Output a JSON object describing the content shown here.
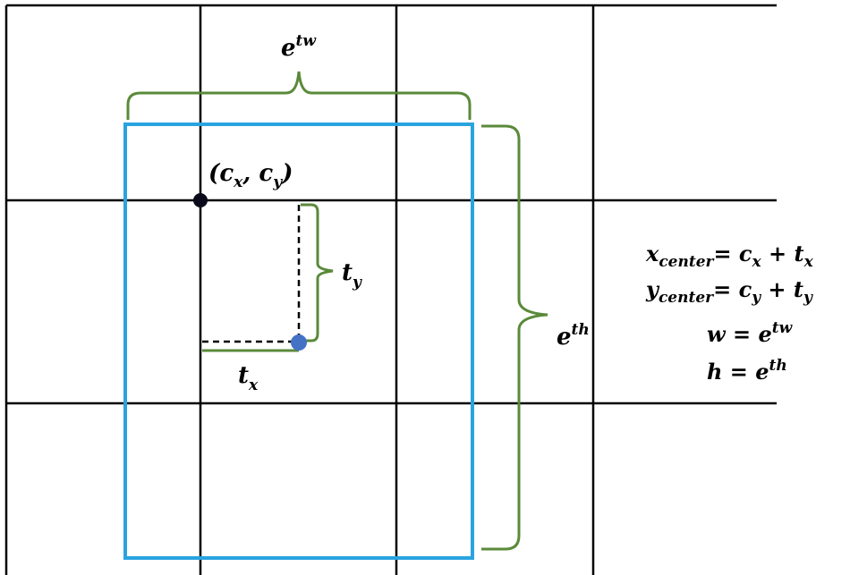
{
  "labels": {
    "top_brace": {
      "base": "e",
      "sup": "tw"
    },
    "right_brace": {
      "base": "e",
      "sup": "th"
    },
    "cell_corner": {
      "open": "(",
      "c1": "c",
      "s1": "x",
      "comma": ", ",
      "c2": "c",
      "s2": "y",
      "close": ")"
    },
    "ty": {
      "base": "t",
      "sub": "y"
    },
    "tx": {
      "base": "t",
      "sub": "x"
    }
  },
  "equations": [
    {
      "lhs": "x",
      "lhs_sub": "center",
      "rhs": "= c",
      "rhs_sub1": "x",
      "plus": " + t",
      "rhs_sub2": "x"
    },
    {
      "lhs": "y",
      "lhs_sub": "center",
      "rhs": "= c",
      "rhs_sub1": "y",
      "plus": " + t",
      "rhs_sub2": "y"
    },
    {
      "text": "w = e",
      "sup": "tw"
    },
    {
      "text": "h = e",
      "sup": "th"
    }
  ],
  "colors": {
    "grid": "#000000",
    "box": "#29a3e0",
    "brace": "#5a8a3a",
    "cell_point": "#0a0a1a",
    "center_point": "#4472c4"
  }
}
